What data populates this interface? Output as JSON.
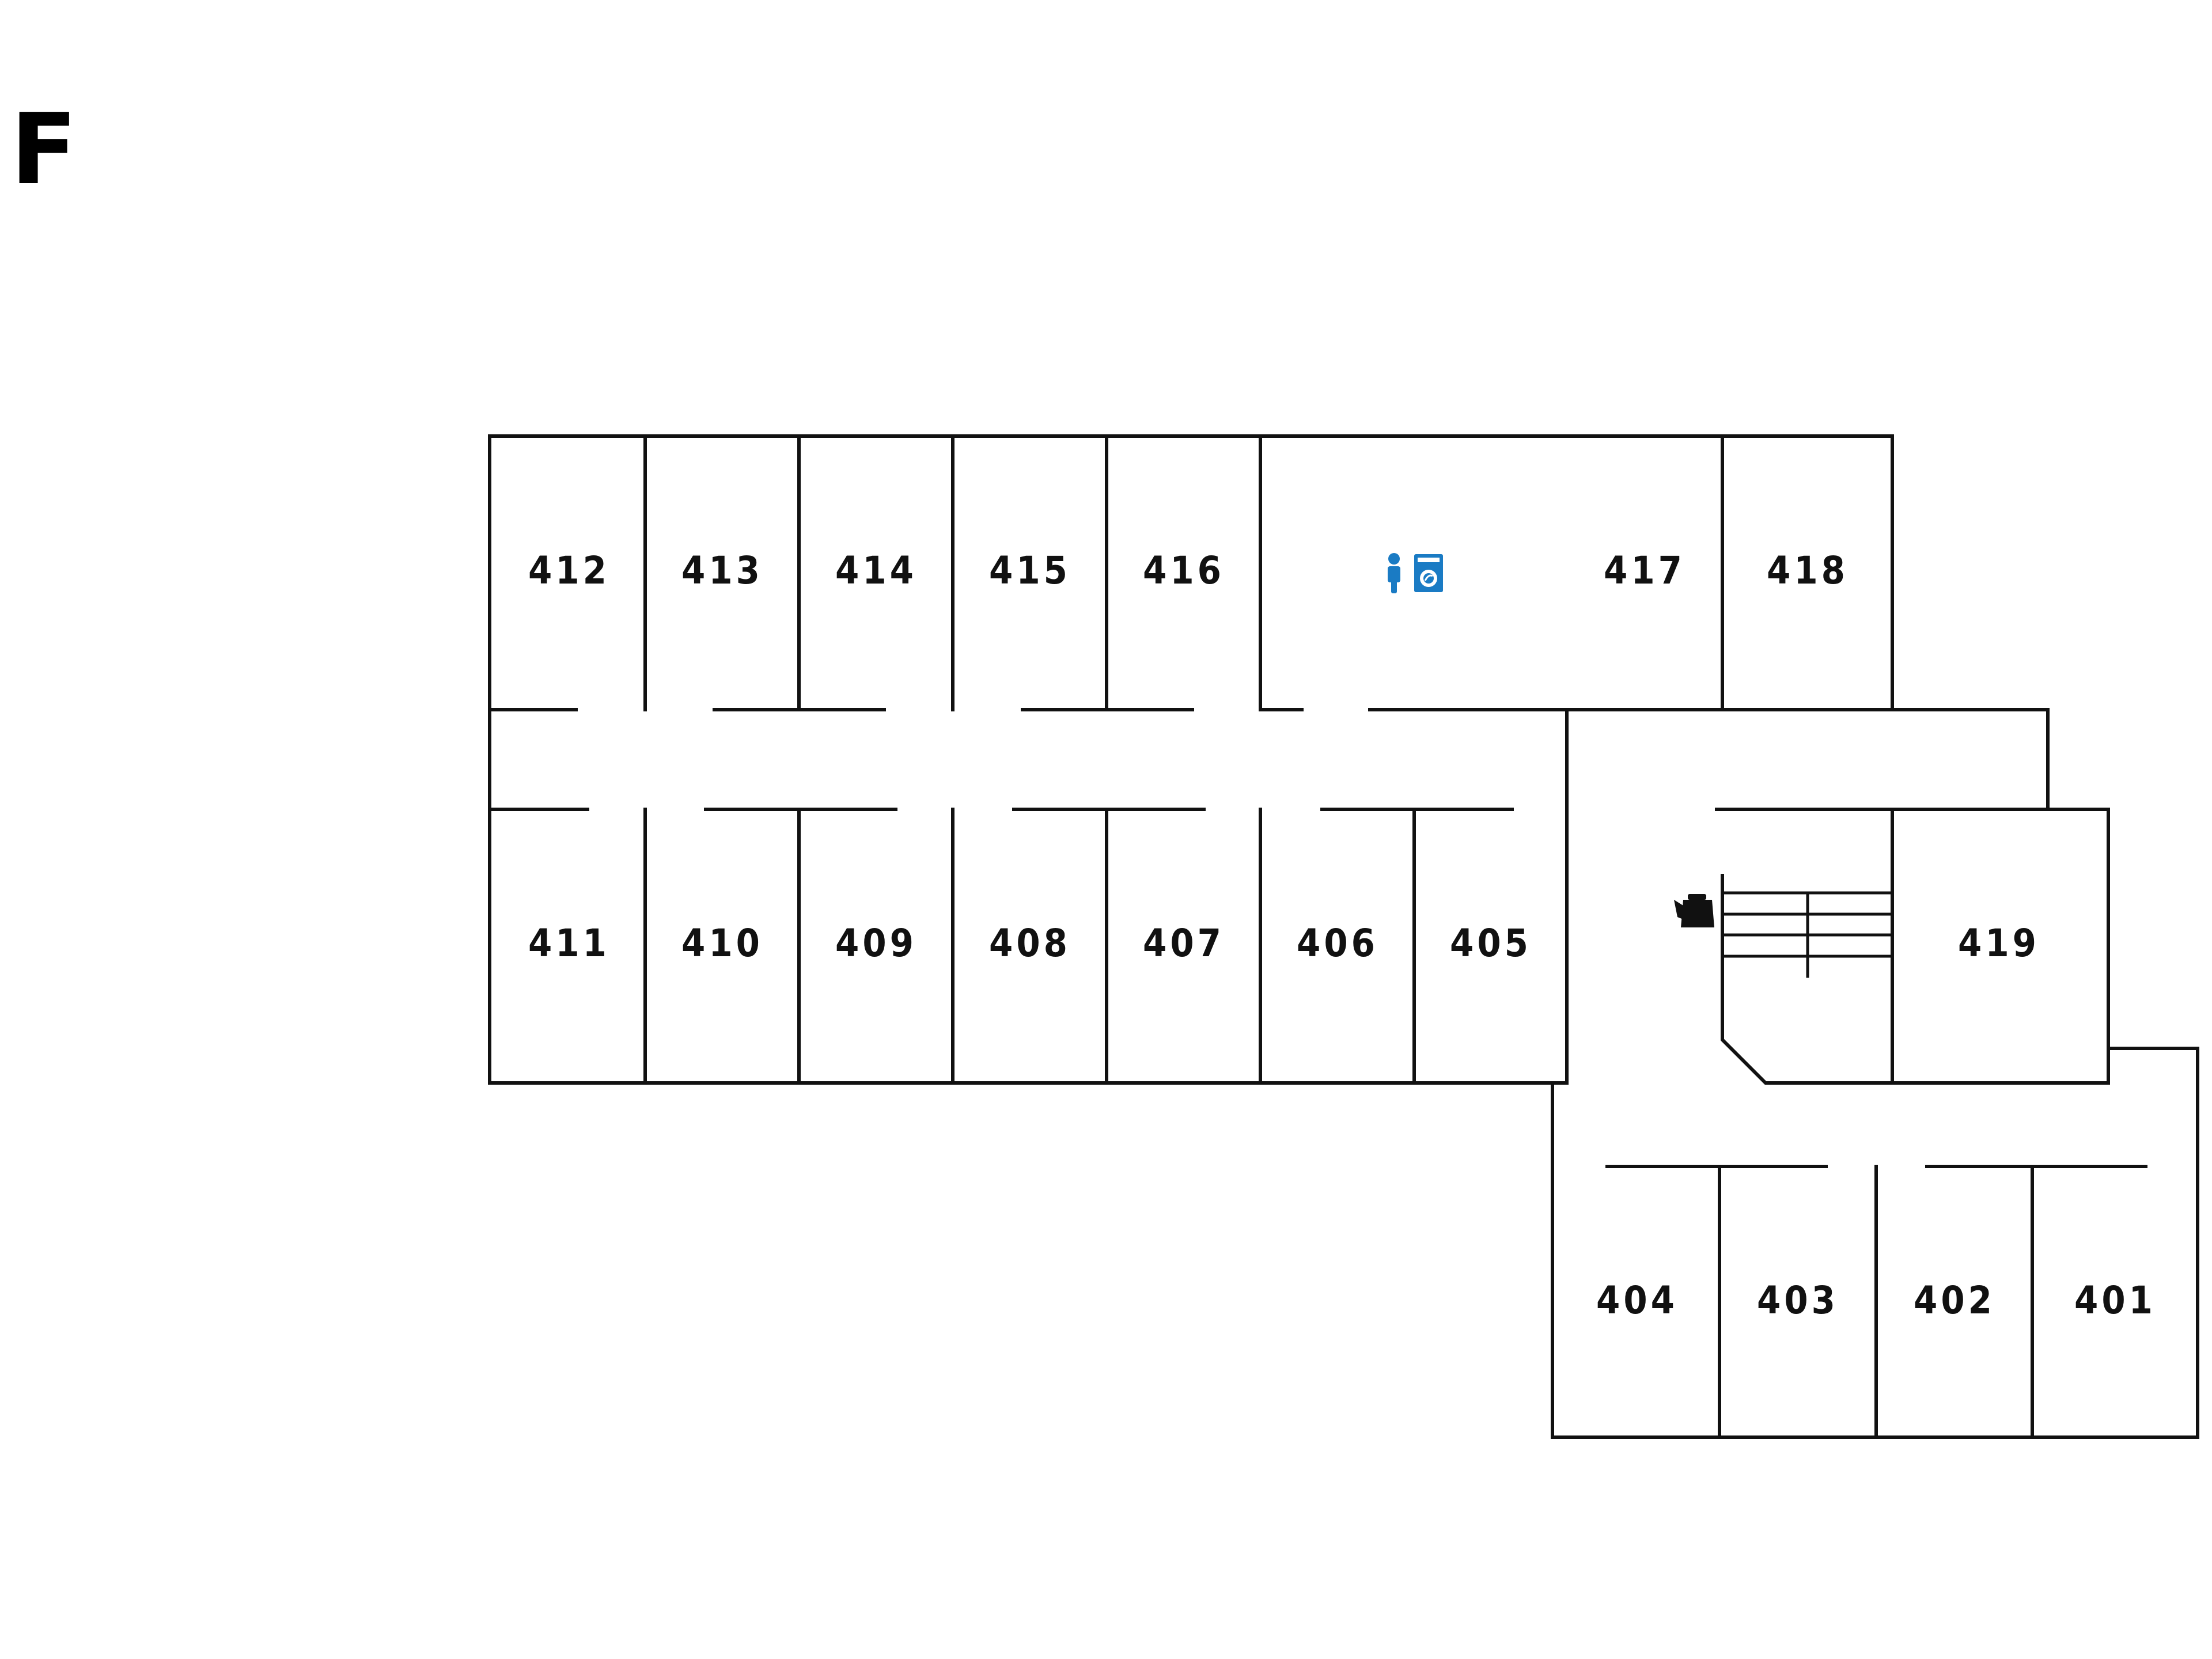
{
  "floor": {
    "label": "F"
  },
  "rooms": [
    {
      "id": "r412",
      "number": "412"
    },
    {
      "id": "r413",
      "number": "413"
    },
    {
      "id": "r414",
      "number": "414"
    },
    {
      "id": "r415",
      "number": "415"
    },
    {
      "id": "r416",
      "number": "416"
    },
    {
      "id": "r417",
      "number": "417"
    },
    {
      "id": "r418",
      "number": "418"
    },
    {
      "id": "r411",
      "number": "411"
    },
    {
      "id": "r410",
      "number": "410"
    },
    {
      "id": "r409",
      "number": "409"
    },
    {
      "id": "r408",
      "number": "408"
    },
    {
      "id": "r407",
      "number": "407"
    },
    {
      "id": "r406",
      "number": "406"
    },
    {
      "id": "r405",
      "number": "405"
    },
    {
      "id": "r419",
      "number": "419"
    },
    {
      "id": "r404",
      "number": "404"
    },
    {
      "id": "r403",
      "number": "403"
    },
    {
      "id": "r402",
      "number": "402"
    },
    {
      "id": "r401",
      "number": "401"
    }
  ],
  "icons": {
    "restroom": "person-icon",
    "laundry": "washing-machine-icon",
    "kitchen": "kettle-icon"
  },
  "colors": {
    "amenity": "#1a7bc4",
    "wall": "#111111"
  }
}
